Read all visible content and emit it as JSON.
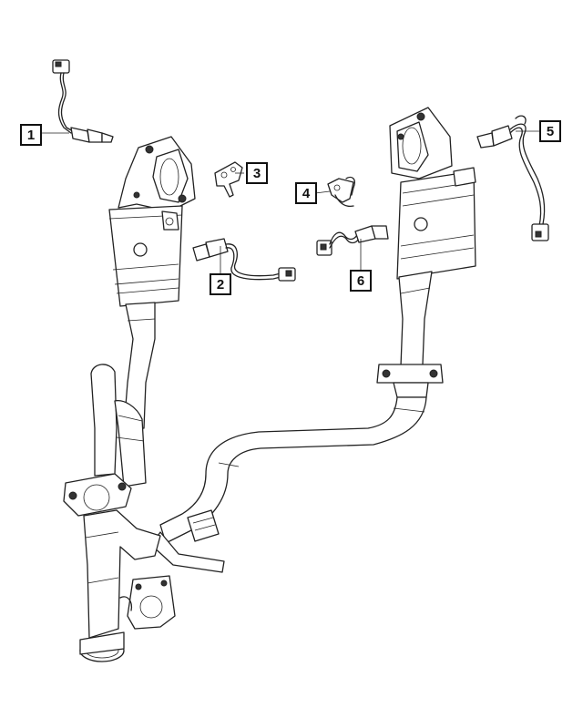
{
  "callouts": [
    {
      "id": "1",
      "label": "1"
    },
    {
      "id": "2",
      "label": "2"
    },
    {
      "id": "3",
      "label": "3"
    },
    {
      "id": "4",
      "label": "4"
    },
    {
      "id": "5",
      "label": "5"
    },
    {
      "id": "6",
      "label": "6"
    }
  ],
  "colors": {
    "line": "#222222",
    "background": "#ffffff"
  }
}
